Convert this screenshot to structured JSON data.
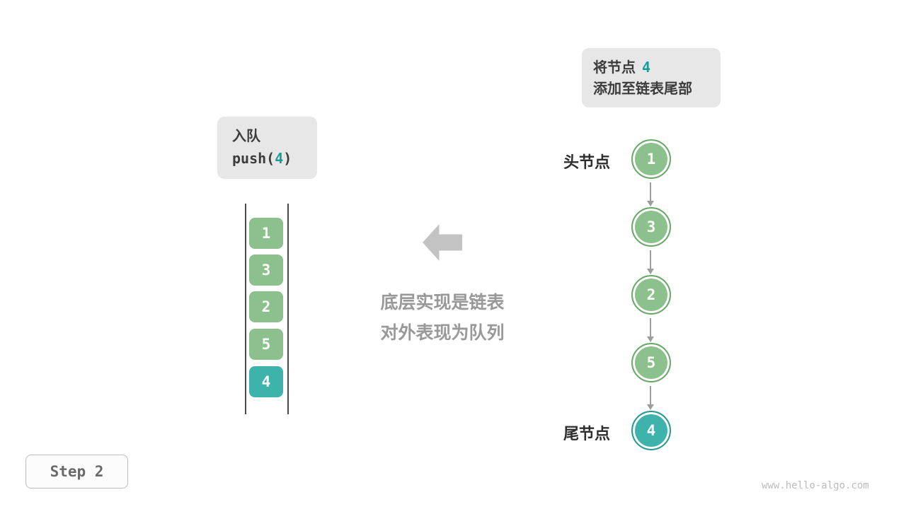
{
  "colors": {
    "green_fill": "#8cc08c",
    "green_border": "#69aa69",
    "teal_fill": "#3db3ab",
    "teal_border": "#2a9a93",
    "teal_text": "#189e98",
    "box_bg": "#e7e7e7",
    "gray_arrow": "#c3c3c3",
    "gray_text": "#999999"
  },
  "annotation": {
    "line1_prefix": "将节点",
    "line1_value": "4",
    "line2": "添加至链表尾部"
  },
  "operation": {
    "title": "入队",
    "code_prefix": "push(",
    "code_value": "4",
    "code_suffix": ")"
  },
  "queue": {
    "items": [
      {
        "value": "1",
        "type": "green"
      },
      {
        "value": "3",
        "type": "green"
      },
      {
        "value": "2",
        "type": "green"
      },
      {
        "value": "5",
        "type": "green"
      },
      {
        "value": "4",
        "type": "teal"
      }
    ]
  },
  "center_note": {
    "line1": "底层实现是链表",
    "line2": "对外表现为队列"
  },
  "linked_list": {
    "head_label": "头节点",
    "tail_label": "尾节点",
    "nodes": [
      {
        "value": "1",
        "type": "green"
      },
      {
        "value": "3",
        "type": "green"
      },
      {
        "value": "2",
        "type": "green"
      },
      {
        "value": "5",
        "type": "green"
      },
      {
        "value": "4",
        "type": "teal"
      }
    ]
  },
  "step_label": "Step 2",
  "watermark": "www.hello-algo.com"
}
